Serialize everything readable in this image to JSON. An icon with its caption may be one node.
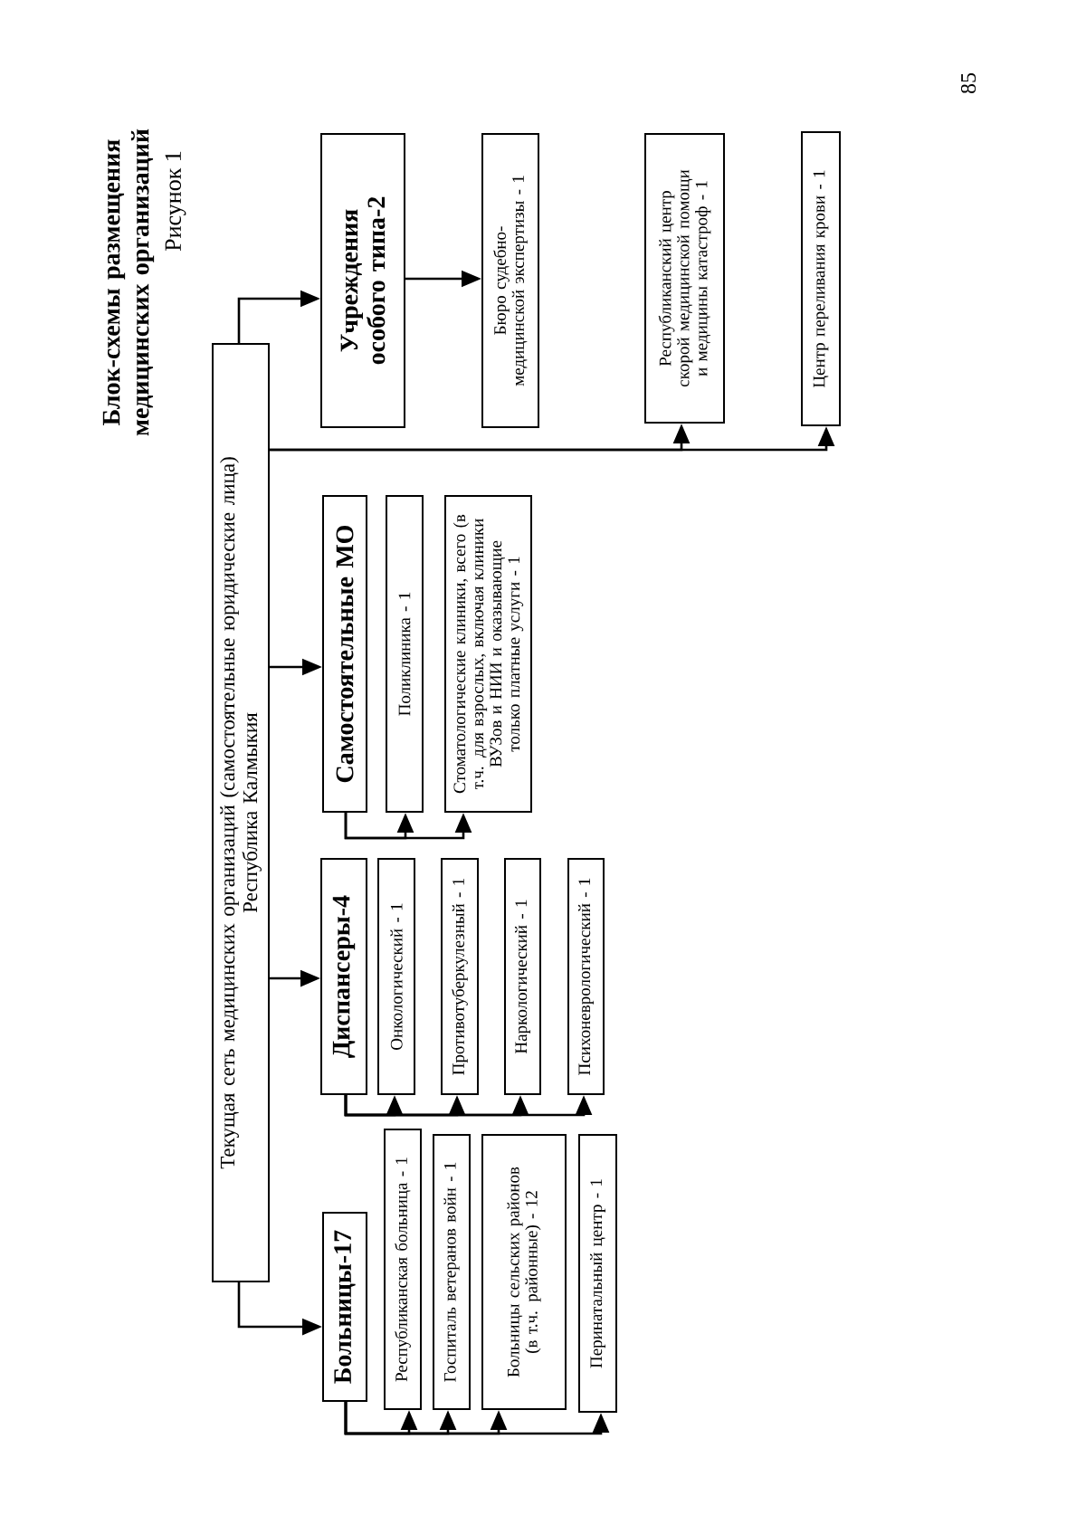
{
  "diagram": {
    "title": "Блок-схемы размещения медицинских организаций",
    "caption": "Рисунок 1",
    "nodes": [
      {
        "text": [
          "Текущая сеть медицинских организаций (самостоятельные юридические лица)",
          "Республика Калмыкия"
        ]
      },
      {
        "text": [
          "Больницы-17"
        ]
      },
      {
        "text": [
          "Республиканская больница - 1"
        ]
      },
      {
        "text": [
          "Госпиталь ветеранов войн - 1"
        ]
      },
      {
        "text": [
          "Больницы сельских районов (в т.ч. районные) - 12"
        ]
      },
      {
        "text": [
          "Перинатальный центр - 1"
        ]
      },
      {
        "text": [
          "Диспансеры-4"
        ]
      },
      {
        "text": [
          "Онкологический - 1"
        ]
      },
      {
        "text": [
          "Противотуберкулезный - 1"
        ]
      },
      {
        "text": [
          "Наркологический - 1"
        ]
      },
      {
        "text": [
          "Психоневрологический - 1"
        ]
      },
      {
        "text": [
          "Самостоятельные МО"
        ]
      },
      {
        "text": [
          "Поликлиника - 1"
        ]
      },
      {
        "text": [
          "Стоматологические клиники, всего (в т.ч. для взрослых, включая клиники ВУЗов и НИИ и оказывающие только платные услуги - 1"
        ]
      },
      {
        "text": [
          "Учреждения особого типа-2"
        ]
      },
      {
        "text": [
          "Бюро судебно-медицинской экспертизы - 1"
        ]
      },
      {
        "text": [
          "Республиканский центр скорой медицинской помощи и медицины катастроф - 1"
        ]
      },
      {
        "text": [
          "Центр переливания крови - 1"
        ]
      }
    ],
    "edges": [
      {
        "from": 0,
        "to": 1,
        "arrow": "to"
      },
      {
        "from": 0,
        "to": 6,
        "arrow": "to"
      },
      {
        "from": 0,
        "to": 11,
        "arrow": "to"
      },
      {
        "from": 0,
        "to": 14,
        "arrow": "to"
      },
      {
        "from": 0,
        "to": 16,
        "arrow": "to"
      },
      {
        "from": 0,
        "to": 17,
        "arrow": "to"
      },
      {
        "from": 14,
        "to": 15,
        "arrow": "to"
      },
      {
        "from": 1,
        "to": 2,
        "arrow": "to"
      },
      {
        "from": 1,
        "to": 3,
        "arrow": "to"
      },
      {
        "from": 1,
        "to": 4,
        "arrow": "to"
      },
      {
        "from": 1,
        "to": 5,
        "arrow": "to"
      },
      {
        "from": 6,
        "to": 7,
        "arrow": "to"
      },
      {
        "from": 6,
        "to": 8,
        "arrow": "to"
      },
      {
        "from": 6,
        "to": 9,
        "arrow": "to"
      },
      {
        "from": 6,
        "to": 10,
        "arrow": "to"
      },
      {
        "from": 11,
        "to": 12,
        "arrow": "to"
      },
      {
        "from": 11,
        "to": 13,
        "arrow": "to"
      }
    ],
    "labels": [
      "85"
    ]
  }
}
